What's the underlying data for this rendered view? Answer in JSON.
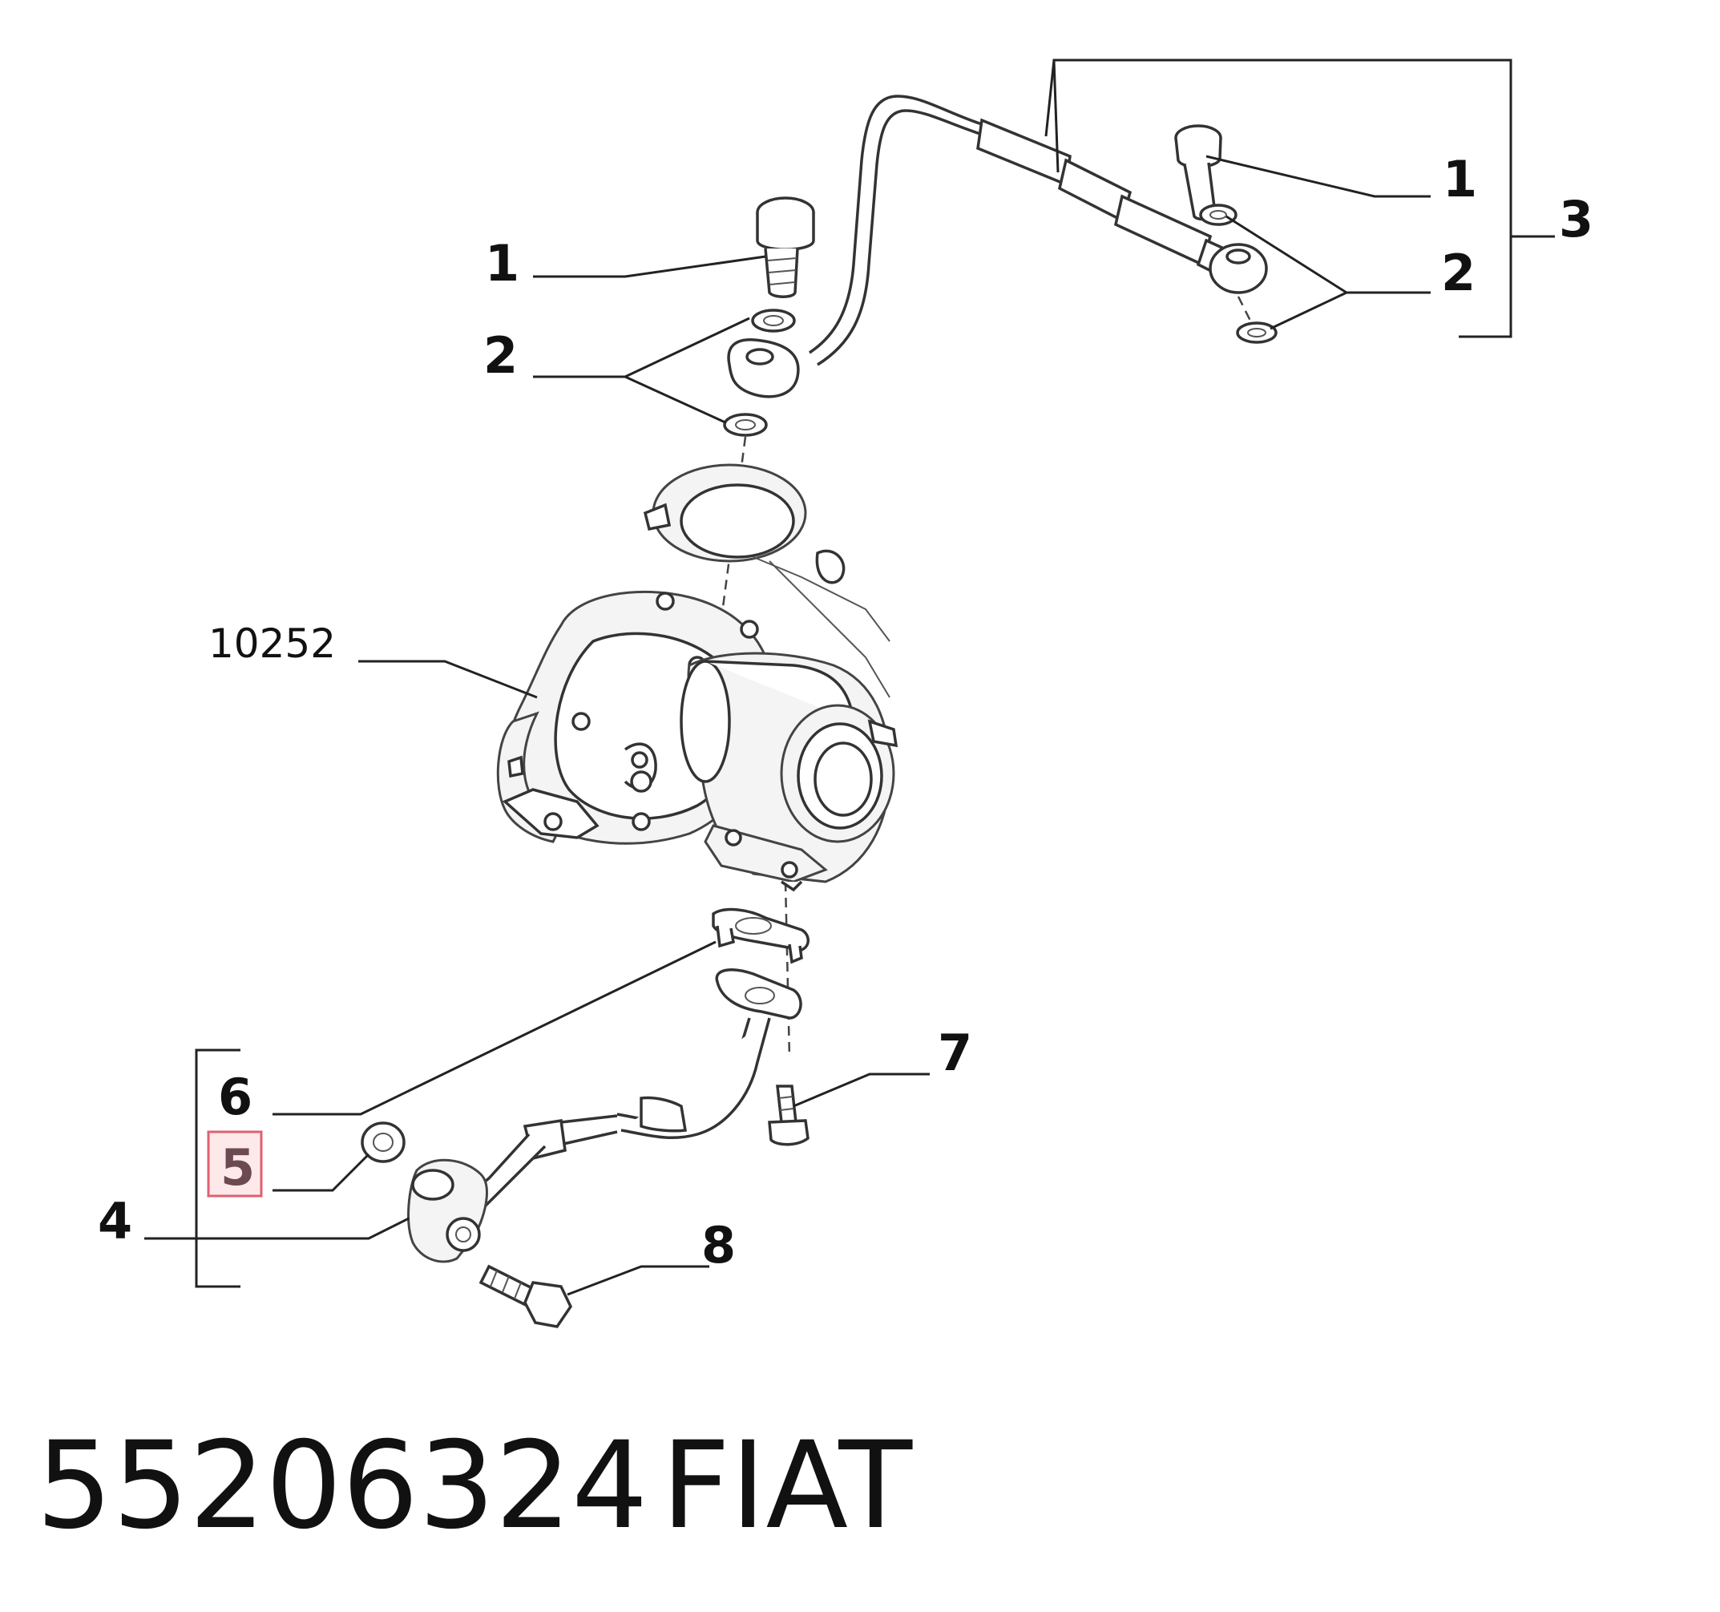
{
  "callouts": {
    "c1_left": "1",
    "c2_left": "2",
    "c1_right": "1",
    "c2_right": "2",
    "c3": "3",
    "c10252": "10252",
    "c7": "7",
    "c6": "6",
    "c5": "5",
    "c4": "4",
    "c8": "8"
  },
  "footer": {
    "part_number": "55206324",
    "brand": "FIAT"
  },
  "colors": {
    "highlight_border": "#e06070",
    "highlight_fill": "#fde8ea",
    "highlight_text": "#6b4a52"
  }
}
